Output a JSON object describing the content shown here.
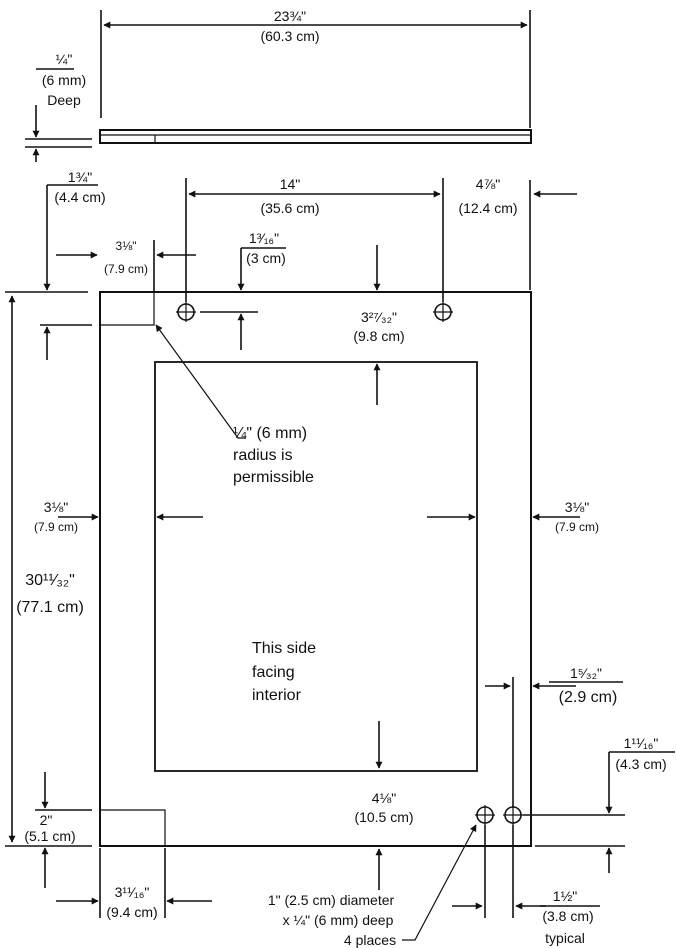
{
  "dimensions": {
    "overall_width": {
      "imperial": "23¾\"",
      "metric": "(60.3 cm)"
    },
    "depth": {
      "imperial": "¼\"",
      "metric": "(6 mm)",
      "label": "Deep"
    },
    "top_left_offset": {
      "imperial": "1¾\"",
      "metric": "(4.4 cm)"
    },
    "hole_spacing": {
      "imperial": "14\"",
      "metric": "(35.6 cm)"
    },
    "right_offset": {
      "imperial": "4⅞\"",
      "metric": "(12.4 cm)"
    },
    "top_corner_notch": {
      "imperial": "3⅛\"",
      "metric": "(7.9 cm)"
    },
    "hole_drop": {
      "imperial": "1³⁄₁₆\"",
      "metric": "(3 cm)"
    },
    "top_margin": {
      "imperial": "3²⁷⁄₃₂\"",
      "metric": "(9.8 cm)"
    },
    "radius_note": [
      "¼\" (6 mm)",
      "radius is",
      "permissible"
    ],
    "left_margin": {
      "imperial": "3⅛\"",
      "metric": "(7.9 cm)"
    },
    "right_margin": {
      "imperial": "3⅛\"",
      "metric": "(7.9 cm)"
    },
    "overall_height": {
      "imperial": "30¹¹⁄₃₂\"",
      "metric": "(77.1 cm)"
    },
    "interior_note": [
      "This side",
      "facing",
      "interior"
    ],
    "right_hole_offset": {
      "imperial": "1⁵⁄₃₂\"",
      "metric": "(2.9 cm)"
    },
    "bottom_hole_height": {
      "imperial": "1¹¹⁄₁₆\"",
      "metric": "(4.3 cm)"
    },
    "bottom_margin": {
      "imperial": "4⅛\"",
      "metric": "(10.5 cm)"
    },
    "bottom_notch_height": {
      "imperial": "2\"",
      "metric": "(5.1 cm)"
    },
    "bottom_notch_width": {
      "imperial": "3¹¹⁄₁₆\"",
      "metric": "(9.4 cm)"
    },
    "hole_note": [
      "1\" (2.5 cm) diameter",
      "x ¼\" (6 mm) deep",
      "4 places"
    ],
    "hole_pitch": {
      "imperial": "1½\"",
      "metric": "(3.8 cm)",
      "label": "typical"
    }
  }
}
